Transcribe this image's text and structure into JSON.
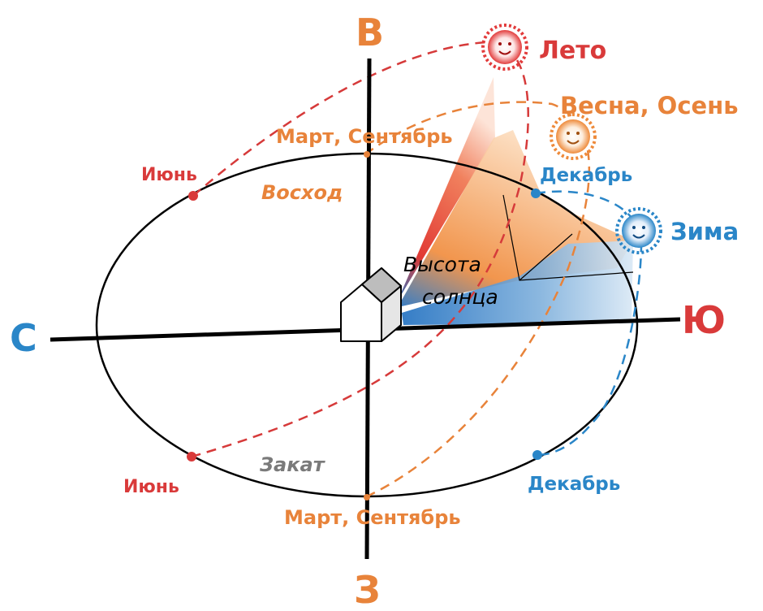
{
  "colors": {
    "summer": "#d93a3a",
    "spring_autumn": "#e8833a",
    "winter": "#2a86c8",
    "sunset": "#7a7a7a",
    "axis": "#000000"
  },
  "directions": {
    "north": "С",
    "south": "Ю",
    "east": "В",
    "west": "З"
  },
  "seasons": {
    "summer": "Лето",
    "spring_autumn": "Весна, Осень",
    "winter": "Зима"
  },
  "points": {
    "june_rise": "Июнь",
    "june_set": "Июнь",
    "equinox_rise": "Март, Сентябрь",
    "equinox_set": "Март, Сентябрь",
    "december_rise": "Декабрь",
    "december_set": "Декабрь"
  },
  "labels": {
    "sunrise": "Восход",
    "sunset": "Закат",
    "sun_height_line1": "Высота",
    "sun_height_line2": "солнца"
  },
  "icons": {
    "sun": "sun-face-icon",
    "house": "house-icon"
  }
}
